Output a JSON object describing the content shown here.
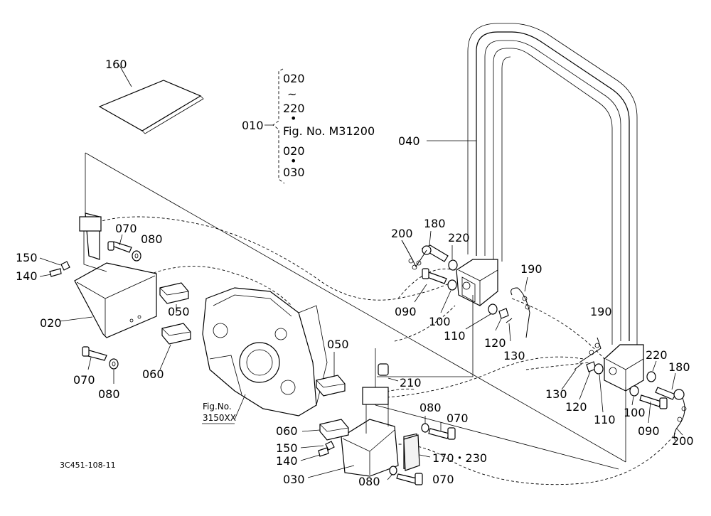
{
  "figure": {
    "code": "3C451-108-11"
  },
  "bracket": {
    "label": "010",
    "lines": [
      "020",
      "~",
      "220",
      "•",
      "Fig. No. M31200",
      "020",
      "•",
      "030"
    ]
  },
  "reference": {
    "line1": "Fig.No.",
    "line2": "3150XX"
  },
  "callouts": {
    "c160": "160",
    "c040": "040",
    "c020": "020",
    "c030": "030",
    "c050a": "050",
    "c050b": "050",
    "c060a": "060",
    "c060b": "060",
    "c070a": "070",
    "c070b": "070",
    "c070c": "070",
    "c070d": "070",
    "c080a": "080",
    "c080b": "080",
    "c080c": "080",
    "c080d": "080",
    "c090a": "090",
    "c090b": "090",
    "c100a": "100",
    "c100b": "100",
    "c110a": "110",
    "c110b": "110",
    "c120a": "120",
    "c120b": "120",
    "c130a": "130",
    "c130b": "130",
    "c140a": "140",
    "c140b": "140",
    "c150a": "150",
    "c150b": "150",
    "c170": "170・230",
    "c180a": "180",
    "c180b": "180",
    "c190a": "190",
    "c190b": "190",
    "c200a": "200",
    "c200b": "200",
    "c210": "210",
    "c220a": "220",
    "c220b": "220"
  }
}
